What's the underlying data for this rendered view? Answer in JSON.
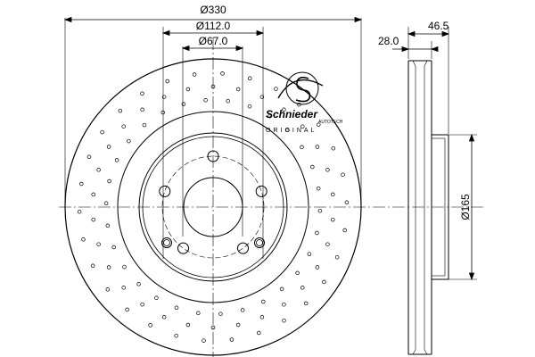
{
  "dimensions": {
    "outer_diameter": "Ø330",
    "bolt_circle": "Ø112.0",
    "center_bore": "Ø67.0",
    "total_height": "46.5",
    "disc_thickness": "28.0",
    "hat_diameter": "Ø165"
  },
  "logo": {
    "brand": "Schnieder",
    "sub_brand": "AUTOTECH",
    "tagline": "ORIGINAL"
  },
  "colors": {
    "line": "#000000",
    "background": "#ffffff"
  }
}
